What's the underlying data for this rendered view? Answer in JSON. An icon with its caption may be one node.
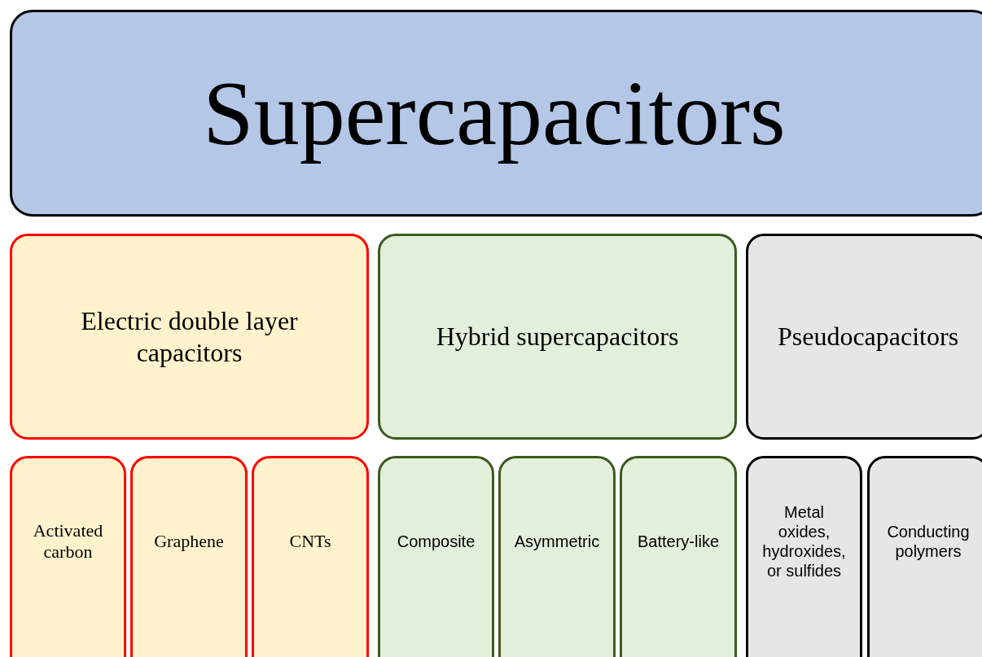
{
  "diagram": {
    "nodes": [
      {
        "text": [
          "Supercapacitors"
        ]
      },
      {
        "text": [
          "Electric double layer capacitors"
        ]
      },
      {
        "text": [
          "Hybrid supercapacitors"
        ]
      },
      {
        "text": [
          "Pseudocapacitors"
        ]
      },
      {
        "text": [
          "Activated carbon"
        ]
      },
      {
        "text": [
          "Graphene"
        ]
      },
      {
        "text": [
          "CNTs"
        ]
      },
      {
        "text": [
          "Composite"
        ]
      },
      {
        "text": [
          "Asymmetric"
        ]
      },
      {
        "text": [
          "Battery-like"
        ]
      },
      {
        "text": [
          "Metal oxides, hydroxides, or sulfides"
        ]
      },
      {
        "text": [
          "Conducting polymers"
        ]
      }
    ]
  }
}
